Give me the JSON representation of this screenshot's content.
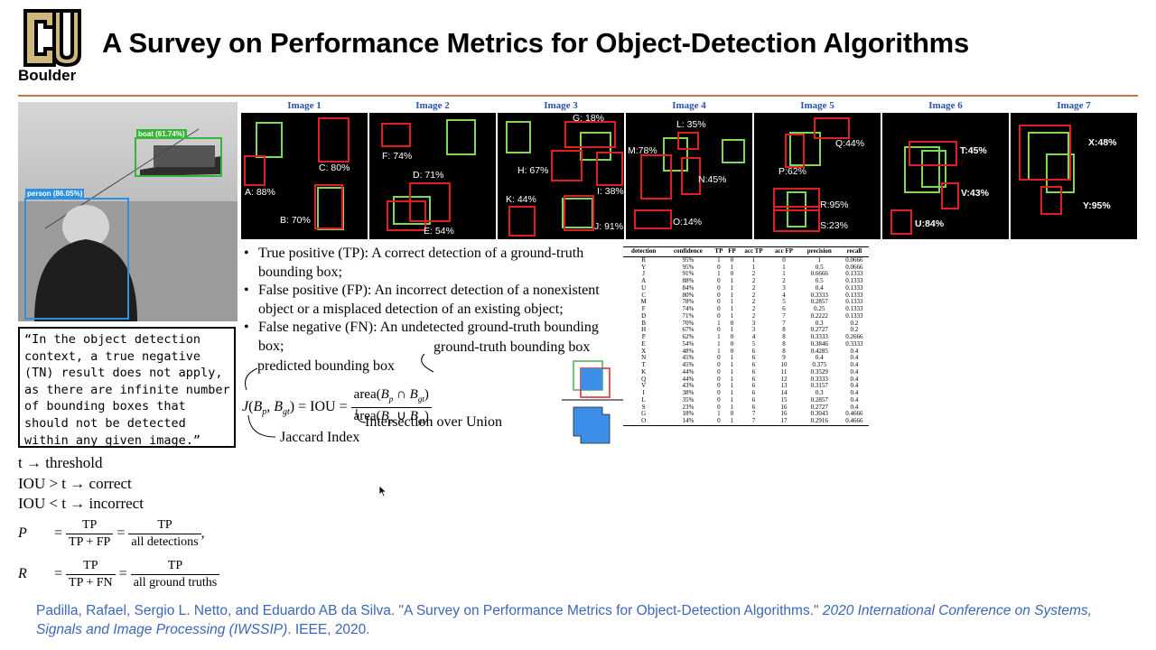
{
  "header": {
    "logo_letters": "CU",
    "logo_text": "Boulder",
    "title": "A Survey on Performance Metrics for Object-Detection Algorithms"
  },
  "photo": {
    "boat_label": "boat (61.74%)",
    "person_label": "person (86.05%)"
  },
  "quote": "“In the object detection\ncontext, a true negative\n(TN) result does not apply,\nas there are infinite number\nof bounding boxes that\nshould not be detected\nwithin any given image.”",
  "left_math": {
    "t_line": "t → threshold",
    "correct_line": "IOU > t → correct",
    "incorrect_line": "IOU < t → incorrect",
    "p_label": "P",
    "p_num1": "TP",
    "p_den1": "TP + FP",
    "p_num2": "TP",
    "p_den2": "all detections",
    "r_label": "R",
    "r_num1": "TP",
    "r_den1": "TP + FN",
    "r_num2": "TP",
    "r_den2": "all ground truths"
  },
  "images": [
    {
      "label": "Image 1",
      "dets": [
        "A: 88%",
        "B: 70%",
        "C: 80%"
      ]
    },
    {
      "label": "Image 2",
      "dets": [
        "F: 74%",
        "D: 71%",
        "E: 54%"
      ]
    },
    {
      "label": "Image 3",
      "dets": [
        "G: 18%",
        "H: 67%",
        "K: 44%",
        "I: 38%",
        "J: 91%"
      ]
    },
    {
      "label": "Image 4",
      "dets": [
        "L: 35%",
        "M:78%",
        "N:45%",
        "O:14%"
      ]
    },
    {
      "label": "Image 5",
      "dets": [
        "Q:44%",
        "P:62%",
        "R:95%",
        "S:23%"
      ]
    },
    {
      "label": "Image 6",
      "dets": [
        "T:45%",
        "V:43%",
        "U:84%"
      ]
    },
    {
      "label": "Image 7",
      "dets": [
        "X:48%",
        "Y:95%"
      ]
    }
  ],
  "bullets": [
    "True positive (TP): A correct detection of a ground-truth bounding box;",
    "False positive (FP): An incorrect detection of a nonexistent object or a misplaced detection of an existing object;",
    "False negative (FN): An undetected ground-truth bounding box;"
  ],
  "iou": {
    "gt_label": "ground-truth bounding box",
    "pred_label": "predicted bounding box",
    "lhs": "J(B",
    "iou_text": "IOU =",
    "num": "area(B",
    "den": "area(B",
    "iou_name": "Intersection over Union",
    "jaccard": "Jaccard Index"
  },
  "table": {
    "headers": [
      "detection",
      "confidence",
      "TP",
      "FP",
      "acc TP",
      "acc FP",
      "precision",
      "recall"
    ],
    "rows": [
      [
        "R",
        "95%",
        "1",
        "0",
        "1",
        "0",
        "1",
        "0.0666"
      ],
      [
        "Y",
        "95%",
        "0",
        "1",
        "1",
        "1",
        "0.5",
        "0.0666"
      ],
      [
        "J",
        "91%",
        "1",
        "0",
        "2",
        "1",
        "0.6666",
        "0.1333"
      ],
      [
        "A",
        "88%",
        "0",
        "1",
        "2",
        "2",
        "0.5",
        "0.1333"
      ],
      [
        "U",
        "84%",
        "0",
        "1",
        "2",
        "3",
        "0.4",
        "0.1333"
      ],
      [
        "C",
        "80%",
        "0",
        "1",
        "2",
        "4",
        "0.3333",
        "0.1333"
      ],
      [
        "M",
        "78%",
        "0",
        "1",
        "2",
        "5",
        "0.2857",
        "0.1333"
      ],
      [
        "F",
        "74%",
        "0",
        "1",
        "2",
        "6",
        "0.25",
        "0.1333"
      ],
      [
        "D",
        "71%",
        "0",
        "1",
        "2",
        "7",
        "0.2222",
        "0.1333"
      ],
      [
        "B",
        "70%",
        "1",
        "0",
        "3",
        "7",
        "0.3",
        "0.2"
      ],
      [
        "H",
        "67%",
        "0",
        "1",
        "3",
        "8",
        "0.2727",
        "0.2"
      ],
      [
        "P",
        "62%",
        "1",
        "0",
        "4",
        "8",
        "0.3333",
        "0.2666"
      ],
      [
        "E",
        "54%",
        "1",
        "0",
        "5",
        "8",
        "0.3846",
        "0.3333"
      ],
      [
        "X",
        "48%",
        "1",
        "0",
        "6",
        "8",
        "0.4285",
        "0.4"
      ],
      [
        "N",
        "45%",
        "0",
        "1",
        "6",
        "9",
        "0.4",
        "0.4"
      ],
      [
        "T",
        "45%",
        "0",
        "1",
        "6",
        "10",
        "0.375",
        "0.4"
      ],
      [
        "K",
        "44%",
        "0",
        "1",
        "6",
        "11",
        "0.3529",
        "0.4"
      ],
      [
        "Q",
        "44%",
        "0",
        "1",
        "6",
        "12",
        "0.3333",
        "0.4"
      ],
      [
        "V",
        "43%",
        "0",
        "1",
        "6",
        "13",
        "0.3157",
        "0.4"
      ],
      [
        "I",
        "38%",
        "0",
        "1",
        "6",
        "14",
        "0.3",
        "0.4"
      ],
      [
        "L",
        "35%",
        "0",
        "1",
        "6",
        "15",
        "0.2857",
        "0.4"
      ],
      [
        "S",
        "23%",
        "0",
        "1",
        "6",
        "16",
        "0.2727",
        "0.4"
      ],
      [
        "G",
        "18%",
        "1",
        "0",
        "7",
        "16",
        "0.3043",
        "0.4666"
      ],
      [
        "O",
        "14%",
        "0",
        "1",
        "7",
        "17",
        "0.2916",
        "0.4666"
      ]
    ]
  },
  "citation": {
    "plain": "Padilla, Rafael, Sergio L. Netto, and Eduardo AB da Silva. \"A Survey on Performance Metrics for Object-Detection Algorithms.\" ",
    "italic": "2020 International Conference on Systems, Signals and Image Processing (IWSSIP)",
    "tail": ". IEEE, 2020."
  },
  "colors": {
    "accent_rule": "#c9764d",
    "link_blue": "#3b67b8",
    "gt_green": "#7ed957",
    "det_red": "#e02020",
    "iou_blue": "#3d8ee8"
  }
}
